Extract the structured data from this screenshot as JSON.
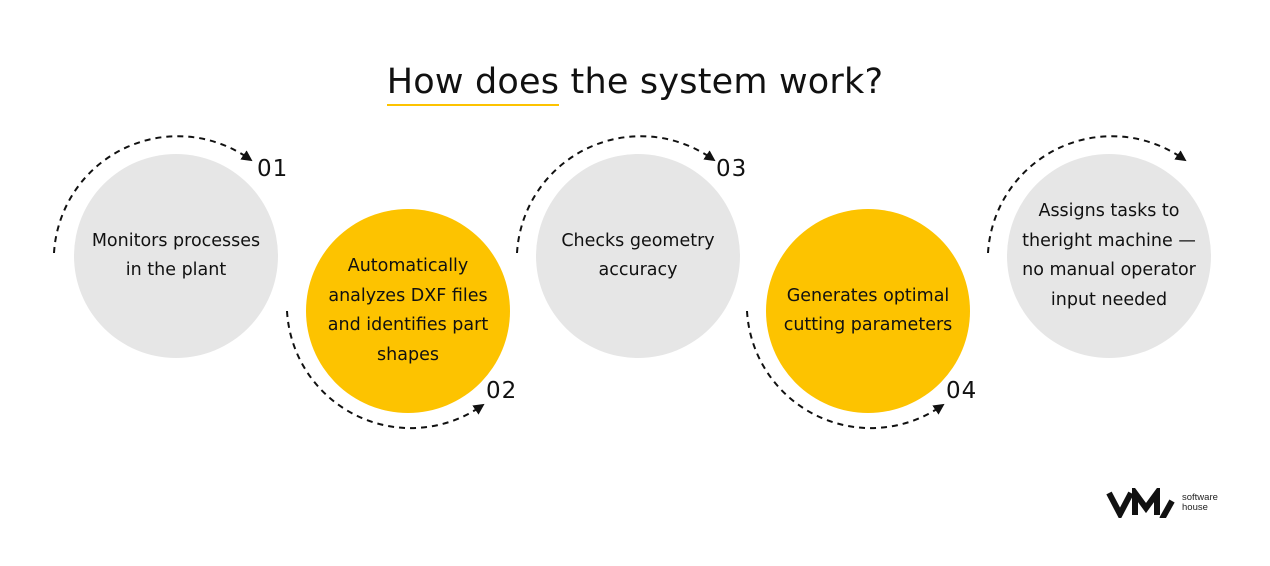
{
  "title": {
    "highlighted": "How does",
    "rest": " the system work?"
  },
  "colors": {
    "accent": "#FDC300",
    "gray_circle": "#E6E6E6",
    "text": "#111111"
  },
  "steps": [
    {
      "number": "01",
      "text": "Monitors processes in the plant",
      "color": "gray"
    },
    {
      "number": "02",
      "text": "Automatically analyzes DXF files and identifies part shapes",
      "color": "yellow"
    },
    {
      "number": "03",
      "text": "Checks geometry accuracy",
      "color": "gray"
    },
    {
      "number": "04",
      "text": "Generates optimal cutting parameters",
      "color": "yellow"
    },
    {
      "number": "",
      "text": "Assigns tasks to theright machine —no manual operator input needed",
      "color": "gray"
    }
  ],
  "logo": {
    "mark": "VM",
    "line1": "software",
    "line2": "house"
  }
}
